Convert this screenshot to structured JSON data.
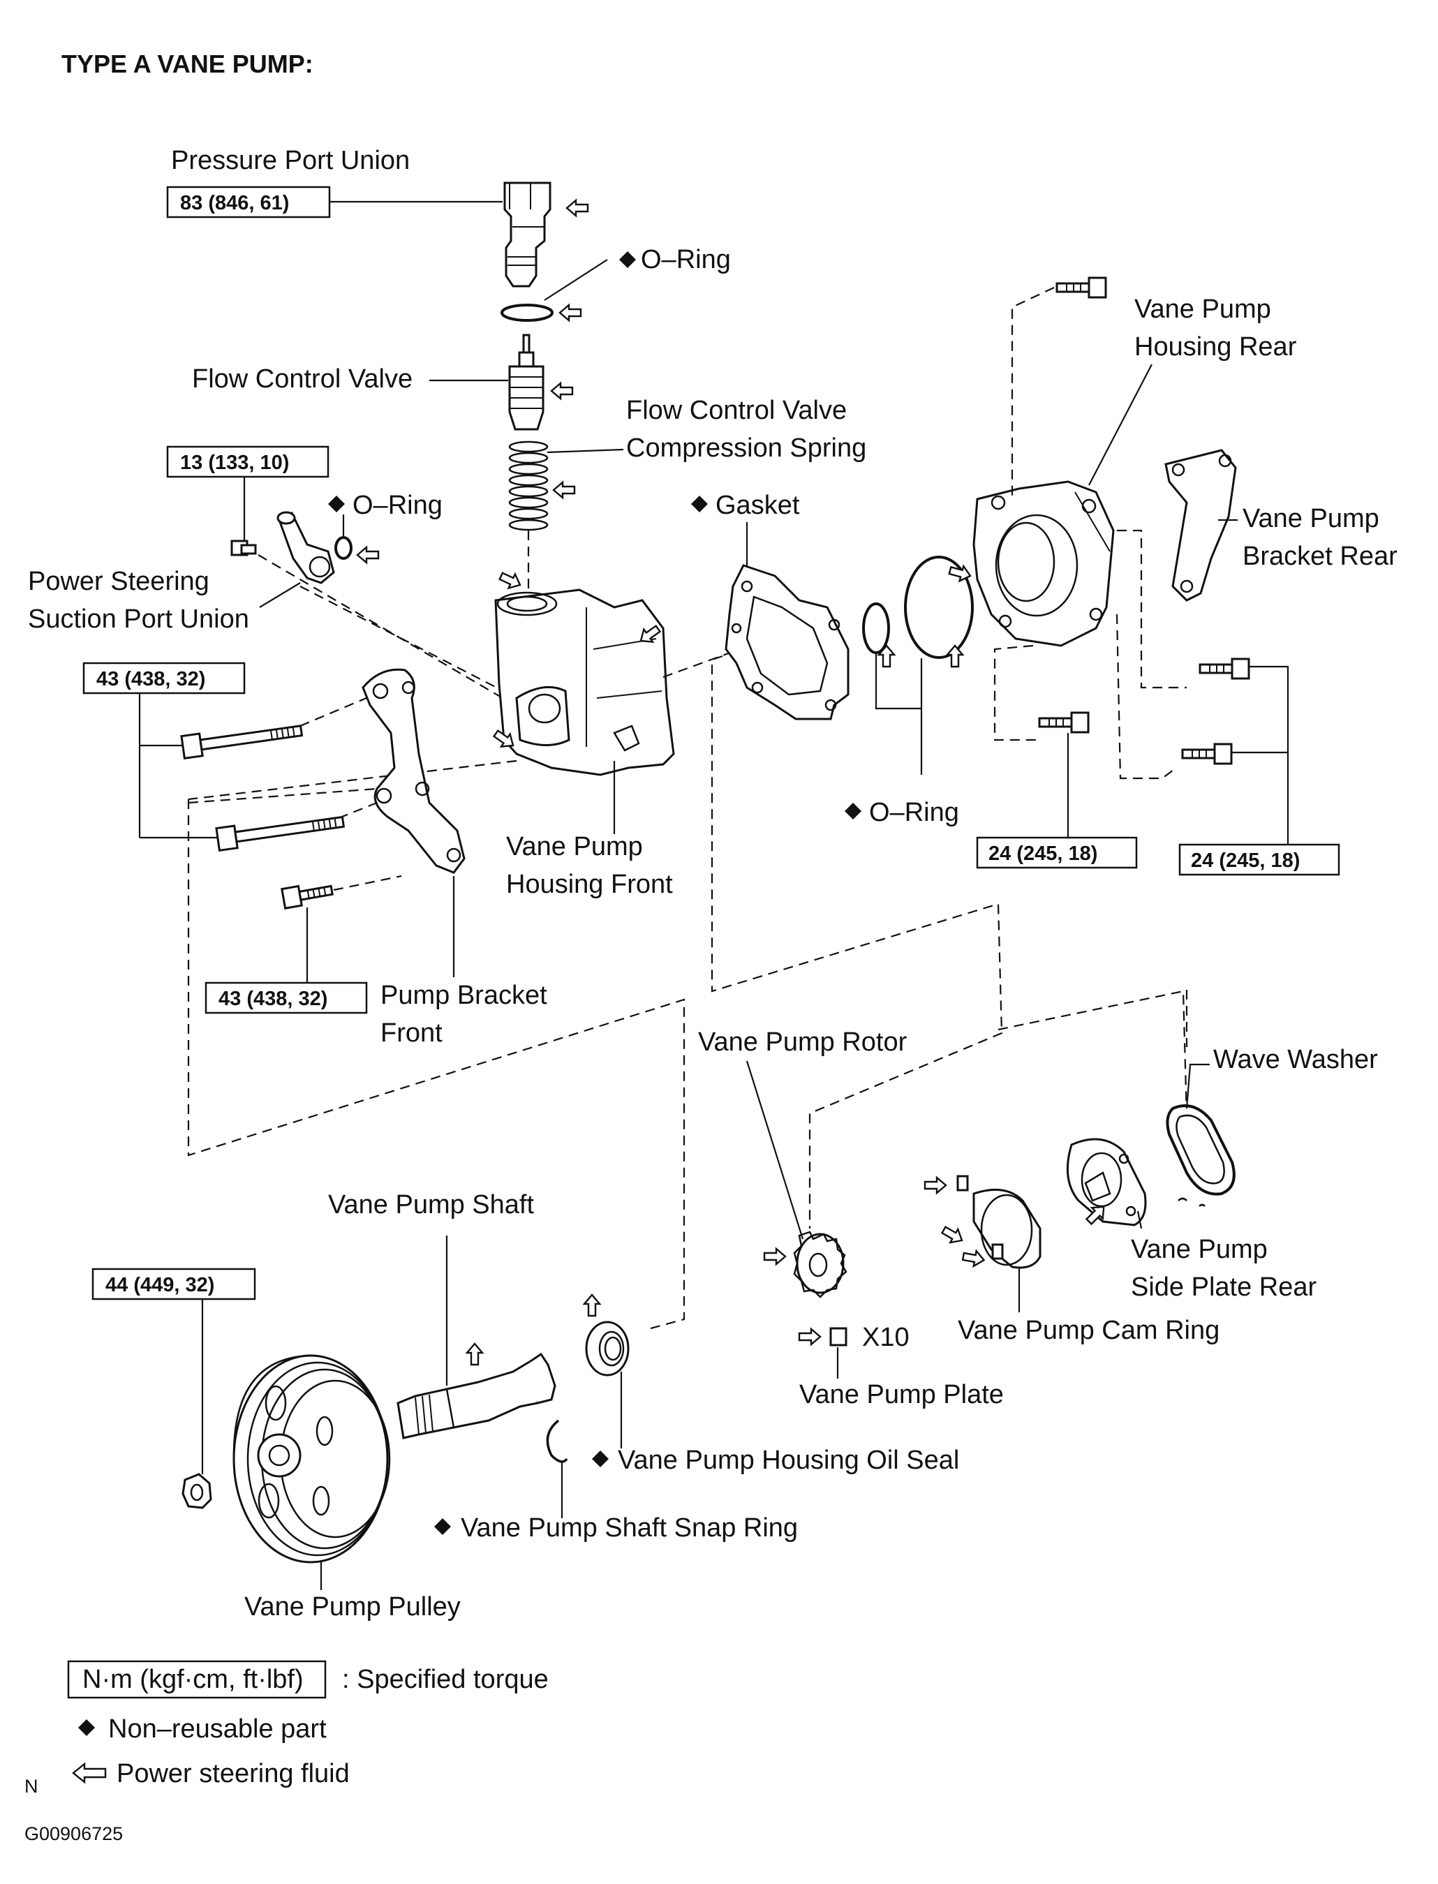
{
  "title": "TYPE A VANE PUMP:",
  "labels": {
    "pressure_port_union": "Pressure Port Union",
    "o_ring_1": "O–Ring",
    "flow_control_valve": "Flow Control Valve",
    "fcv_spring_line1": "Flow Control Valve",
    "fcv_spring_line2": "Compression Spring",
    "o_ring_2": "O–Ring",
    "suction_union_line1": "Power Steering",
    "suction_union_line2": "Suction Port Union",
    "gasket": "Gasket",
    "housing_rear_line1": "Vane Pump",
    "housing_rear_line2": "Housing Rear",
    "bracket_rear_line1": "Vane Pump",
    "bracket_rear_line2": "Bracket Rear",
    "o_ring_3": "O–Ring",
    "housing_front_line1": "Vane Pump",
    "housing_front_line2": "Housing Front",
    "bracket_front_line1": "Pump Bracket",
    "bracket_front_line2": "Front",
    "rotor": "Vane Pump Rotor",
    "wave_washer": "Wave Washer",
    "side_plate_rear_line1": "Vane Pump",
    "side_plate_rear_line2": "Side Plate Rear",
    "cam_ring": "Vane Pump Cam Ring",
    "plate_qty": "X10",
    "plate": "Vane Pump Plate",
    "shaft": "Vane Pump Shaft",
    "oil_seal": "Vane Pump Housing Oil Seal",
    "snap_ring": "Vane Pump Shaft Snap Ring",
    "pulley": "Vane Pump Pulley"
  },
  "torques": {
    "pressure_union": "83 (846, 61)",
    "suction_union": "13 (133, 10)",
    "bracket_bolts": "43 (438, 32)",
    "bracket_bolt_lower": "43 (438, 32)",
    "rear_bolt_center": "24 (245, 18)",
    "rear_bolts_right": "24 (245, 18)",
    "pulley_nut": "44 (449, 32)"
  },
  "legend": {
    "torque_box": "N·m (kgf·cm, ft·lbf)",
    "torque_desc": ": Specified torque",
    "nonreusable": "Non–reusable part",
    "fluid": "Power steering fluid"
  },
  "footer": {
    "north": "N",
    "code": "G00906725"
  },
  "icons": {
    "nonreusable": "diamond-icon",
    "fluid": "outline-arrow-icon"
  }
}
